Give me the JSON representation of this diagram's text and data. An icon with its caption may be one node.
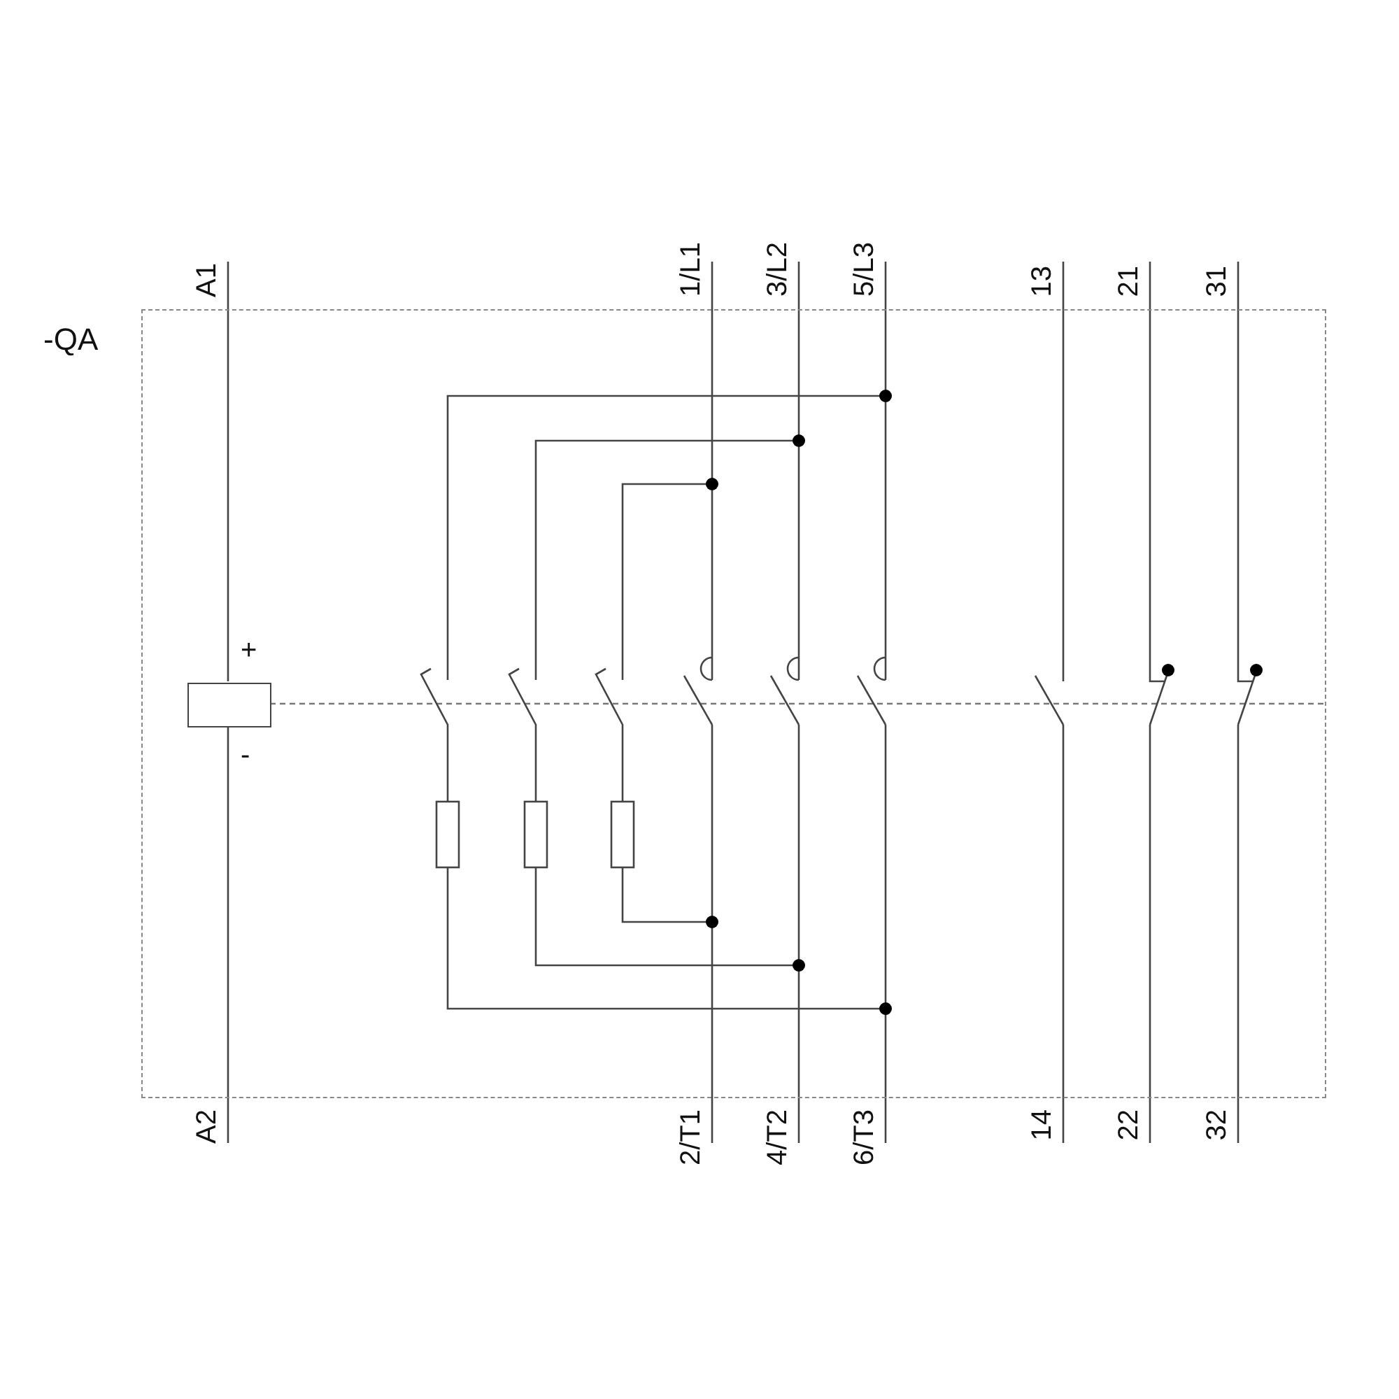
{
  "diagram": {
    "nodes": [
      {
        "text": [
          "-QA"
        ]
      },
      {
        "text": [],
        "shape": "box",
        "in": 0,
        "beside": [
          "+",
          "-"
        ]
      }
    ],
    "labels": [
      "A1",
      "1/L1",
      "3/L2",
      "5/L3",
      "13",
      "21",
      "31",
      "A2",
      "2/T1",
      "4/T2",
      "6/T3",
      "14",
      "22",
      "32"
    ]
  }
}
